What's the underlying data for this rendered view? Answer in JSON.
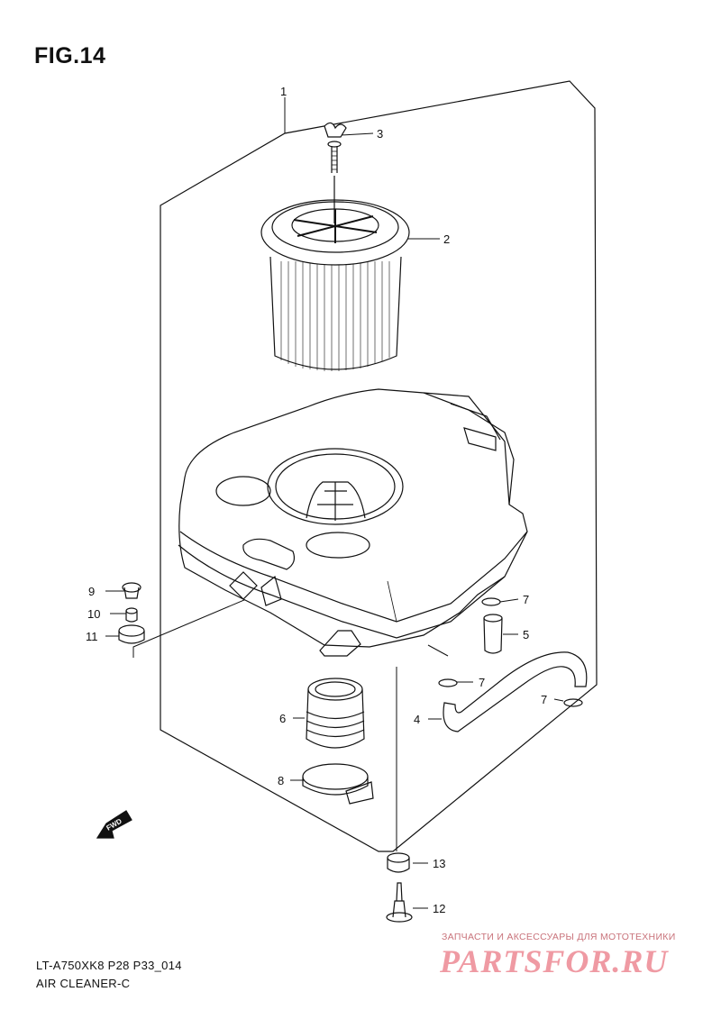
{
  "figure": {
    "title": "FIG.14"
  },
  "footer": {
    "model_code": "LT-A750XK8 P28 P33_014",
    "section_name": "AIR CLEANER-C"
  },
  "watermark": {
    "tagline": "ЗАПЧАСТИ И АКСЕССУАРЫ ДЛЯ МОТОТЕХНИКИ",
    "logo": "PARTSFOR.RU"
  },
  "fwd_marker": "FWD",
  "callouts": [
    "1",
    "2",
    "3",
    "4",
    "5",
    "6",
    "7",
    "7",
    "7",
    "8",
    "9",
    "10",
    "11",
    "12",
    "13"
  ]
}
